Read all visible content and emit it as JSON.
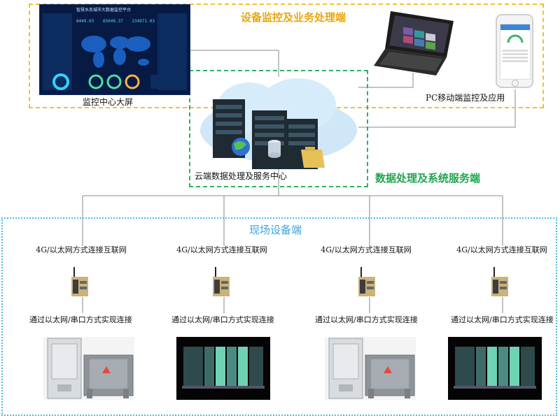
{
  "zones": {
    "top": "设备监控及业务处理端",
    "middle": "数据处理及系统服务端",
    "bottom": "现场设备端"
  },
  "monitor": {
    "caption": "监控中心大屏",
    "screen_title": "智慧水务城市大数据监控平台",
    "screen_numbers": [
      "8449.03",
      "65049.37",
      "234971.03"
    ]
  },
  "cloud": {
    "caption": "云端数据处理及服务中心"
  },
  "pc": {
    "caption": "PC移动端监控及应用"
  },
  "field": {
    "devices": [
      {
        "label": "4G/以太网方式连接互联网",
        "link": "通过以太网/串口方式实现连接",
        "equipment": "cabinet"
      },
      {
        "label": "4G/以太网方式连接互联网",
        "link": "通过以太网/串口方式实现连接",
        "equipment": "plc"
      },
      {
        "label": "4G/以太网方式连接互联网",
        "link": "通过以太网/串口方式实现连接",
        "equipment": "cabinet"
      },
      {
        "label": "4G/以太网方式连接互联网",
        "link": "通过以太网/串口方式实现连接",
        "equipment": "plc"
      }
    ]
  },
  "colors": {
    "top_zone": "#f2c12e",
    "middle_zone": "#2db35d",
    "bottom_zone": "#52b7e0"
  }
}
